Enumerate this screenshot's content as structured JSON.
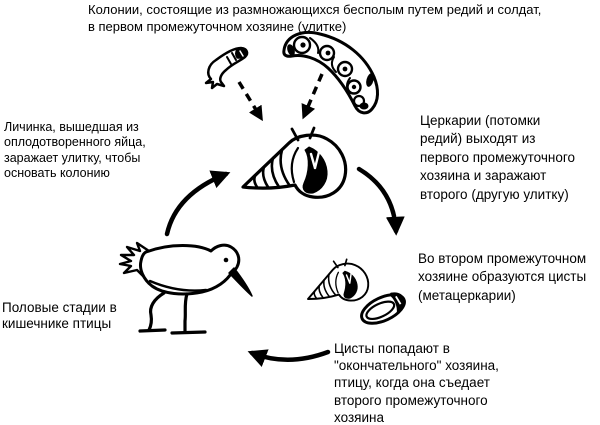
{
  "page": {
    "bg_color": "#ffffff",
    "ink_color": "#000000"
  },
  "labels": {
    "colonies": "Колонии, состоящие из размножающихся бесполым путем редий и солдат,\nв первом промежуточном хозяине (улитке)",
    "larva": "Личинка, вышедшая из\nоплодотворенного яйца,\nзаражает улитку, чтобы\nосновать колонию",
    "cercariae": "Церкарии (потомки\nредий) выходят из\nпервого промежуточного\nхозяина и заражают\nвторого (другую улитку)",
    "cysts": "Во втором промежуточном\nхозяине образуются цисты\n(метацеркарии)",
    "final_host": "Цисты попадают в\n\"окончательного\" хозяина,\nптицу, когда она съедает\nвторого промежуточного\nхозяина",
    "sexual_stages": "Половые стадии в\nкишечнике птицы"
  },
  "figures": [
    "redia-larva-drawing",
    "redia-colony-drawing",
    "first-intermediate-snail-drawing",
    "second-intermediate-snail-drawing",
    "metacercaria-cyst-drawing",
    "bird-drawing"
  ],
  "arrows": [
    "dashed-arrow-redia-to-snail",
    "dashed-arrow-colony-to-snail",
    "arrow-bird-to-snail",
    "arrow-snail-to-second-host",
    "arrow-cysts-to-bird"
  ]
}
